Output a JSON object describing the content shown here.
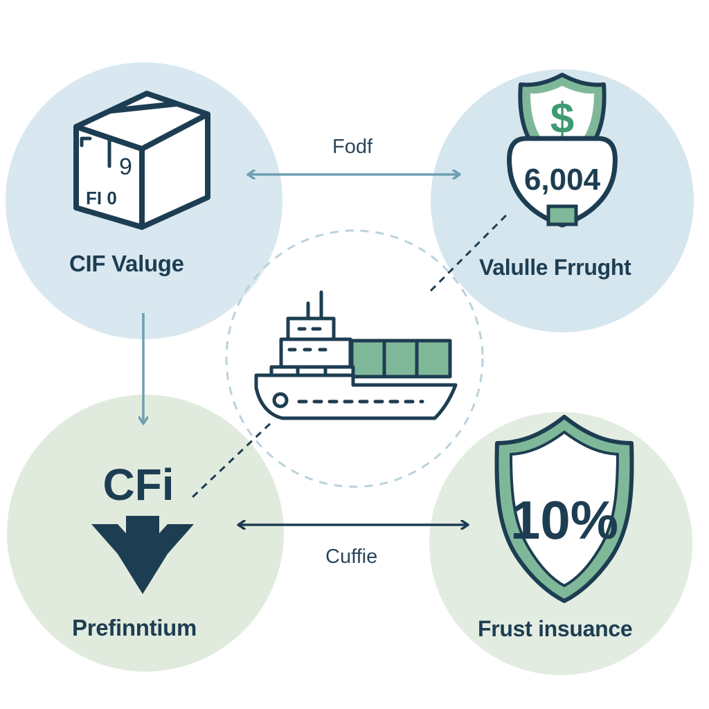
{
  "colors": {
    "ink": "#1d3d52",
    "blue_circle": "#d9e8f0",
    "green_circle": "#e1ebdd",
    "accent_green": "#7fb898",
    "arrow_blue": "#6f9fb2",
    "dash_ring": "#b9d2dc"
  },
  "nodes": {
    "cif_value": {
      "label": "CIF Valuge",
      "icon": "package-box-icon",
      "box_marks": [
        "9",
        "FI 0"
      ]
    },
    "value_freight": {
      "label": "Valulle Frrught",
      "icon": "money-shield-icon",
      "symbol": "$",
      "amount": "6,004"
    },
    "premium": {
      "label": "Prefinntium",
      "icon": "down-arrow-icon",
      "code": "CFi"
    },
    "insurance": {
      "label": "Frust insuance",
      "icon": "shield-icon",
      "rate": "10%"
    },
    "ship": {
      "icon": "cargo-ship-icon"
    }
  },
  "edges": {
    "top": {
      "label": "Fodf"
    },
    "bottom": {
      "label": "Cuffie"
    }
  }
}
